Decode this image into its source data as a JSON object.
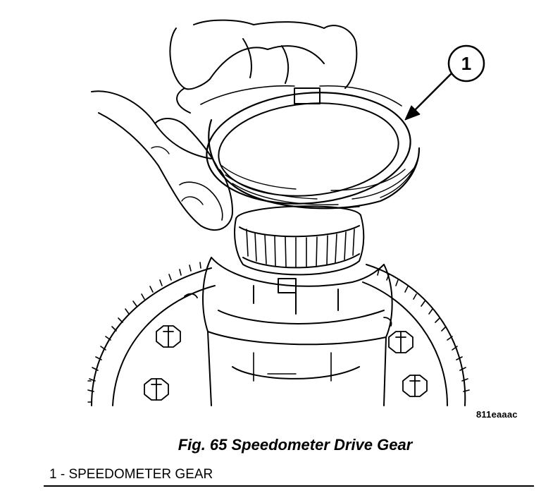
{
  "figure": {
    "callout_number": "1",
    "image_code": "811eaaac",
    "title": "Fig. 65 Speedometer Drive Gear",
    "legend": [
      {
        "label": "1 - SPEEDOMETER GEAR"
      }
    ]
  }
}
